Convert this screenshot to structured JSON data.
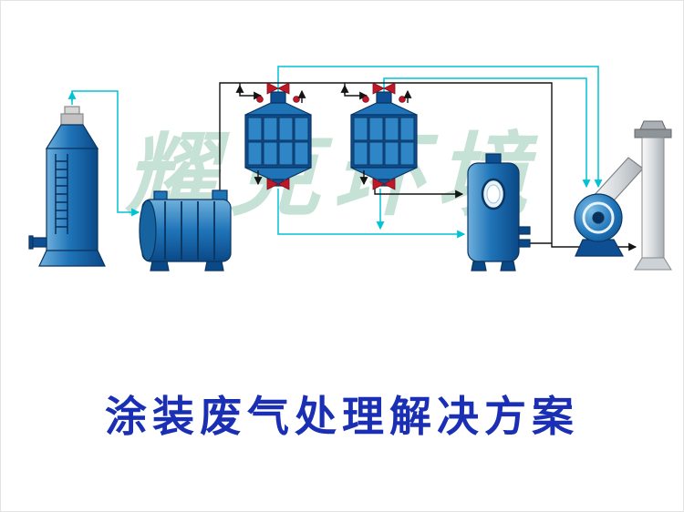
{
  "title": {
    "text": "涂装废气处理解决方案"
  },
  "watermark": {
    "text": "耀克环境"
  },
  "colors": {
    "equipment_blue": "#1f74b8",
    "equipment_blue_dark": "#0b4886",
    "equipment_blue_light": "#6fb0dc",
    "pipe_cyan": "#00c3d5",
    "pipe_black": "#141414",
    "valve_red": "#c01828",
    "title_blue": "#1b2fb5",
    "watermark_green": "#a3cfbc",
    "chimney_gray": "#c0c4c8",
    "background": "#ffffff"
  },
  "diagram": {
    "equipment": [
      {
        "id": "spray-tower"
      },
      {
        "id": "pretreatment-tank"
      },
      {
        "id": "adsorption-box-1"
      },
      {
        "id": "adsorption-box-2"
      },
      {
        "id": "buffer-tank"
      },
      {
        "id": "centrifugal-fan"
      },
      {
        "id": "exhaust-chimney"
      }
    ]
  }
}
